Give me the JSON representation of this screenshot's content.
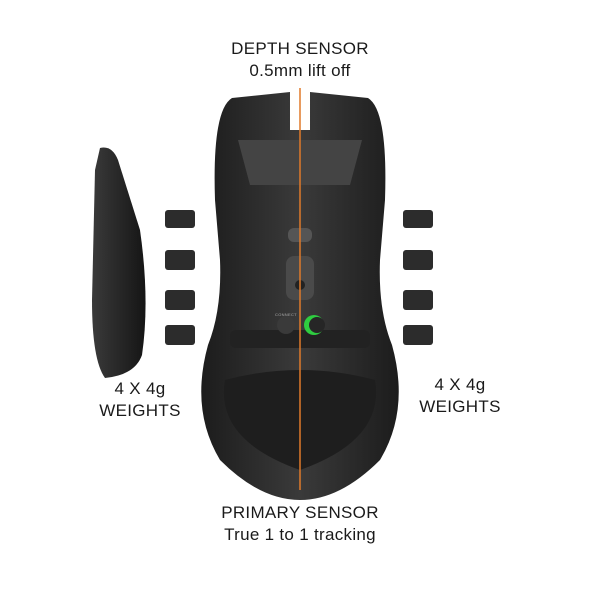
{
  "labels": {
    "depth_sensor": {
      "title": "DEPTH SENSOR",
      "subtitle": "0.5mm lift off"
    },
    "primary_sensor": {
      "title": "PRIMARY SENSOR",
      "subtitle": "True 1 to 1 tracking"
    },
    "weights_left": {
      "line1": "4 X 4g",
      "line2": "WEIGHTS"
    },
    "weights_right": {
      "line1": "4 X 4g",
      "line2": "WEIGHTS"
    },
    "connect_button": "CONNECT"
  },
  "colors": {
    "accent_line": "#e07a2a",
    "led": "#2ecc40",
    "body": "#2b2b2b"
  }
}
